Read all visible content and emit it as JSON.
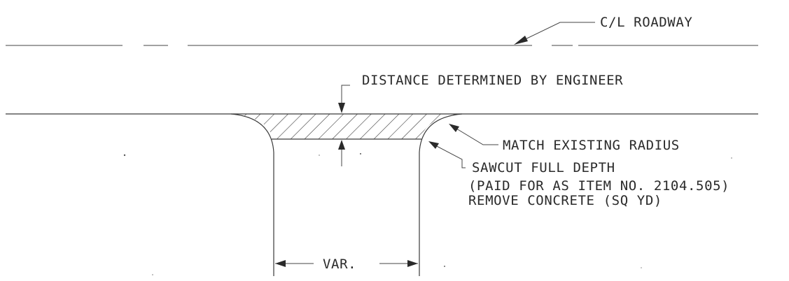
{
  "labels": {
    "centerline": "C/L ROADWAY",
    "distance": "DISTANCE DETERMINED BY ENGINEER",
    "radius": "MATCH EXISTING RADIUS",
    "sawcut": "SAWCUT FULL DEPTH",
    "paid_for": "(PAID FOR AS ITEM NO. 2104.505)",
    "remove": "REMOVE CONCRETE (SQ YD)",
    "width": "VAR."
  }
}
